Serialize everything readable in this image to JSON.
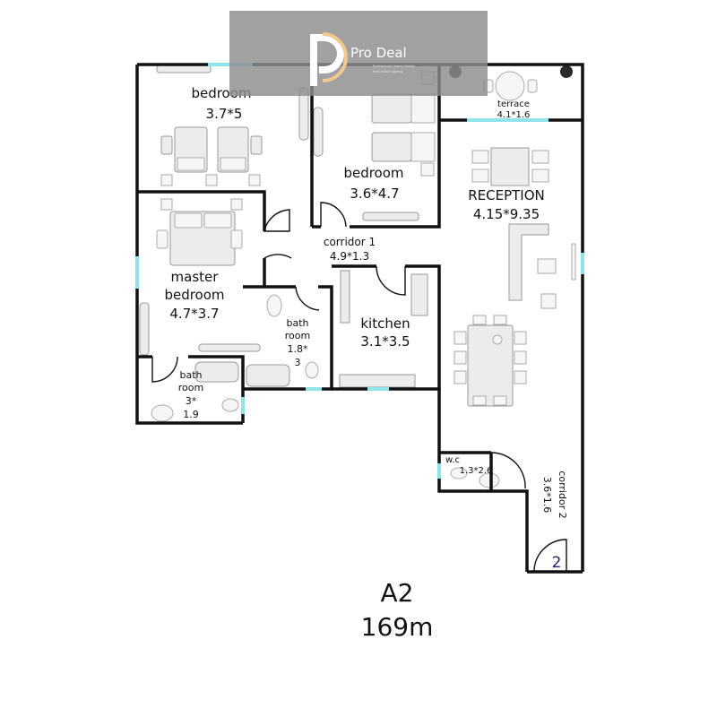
{
  "watermark": {
    "brand": "Pro Deal",
    "tagline_1": "Professional Homes Dealer",
    "tagline_2": "Real Estate Agency"
  },
  "rooms": {
    "bedroom_1": {
      "name": "bedroom",
      "size": "3.7*5"
    },
    "bedroom_2": {
      "name": "bedroom",
      "size": "3.6*4.7"
    },
    "terrace": {
      "name": "terrace",
      "size": "4.1*1.6"
    },
    "reception": {
      "name": "RECEPTION",
      "size": "4.15*9.35"
    },
    "corridor_1": {
      "name": "corridor 1",
      "size": "4.9*1.3"
    },
    "master_bedroom": {
      "name_1": "master",
      "name_2": "bedroom",
      "size": "4.7*3.7"
    },
    "bathroom_1": {
      "name_1": "bath",
      "name_2": "room",
      "size_1": "1.8*",
      "size_2": "3"
    },
    "kitchen": {
      "name": "kitchen",
      "size": "3.1*3.5"
    },
    "bathroom_2": {
      "name_1": "bath",
      "name_2": "room",
      "size_1": "3*",
      "size_2": "1.9"
    },
    "wc": {
      "name": "w.c",
      "size": "1.3*2.6"
    },
    "corridor_2": {
      "name": "corridor 2",
      "size": "3.6*1.6"
    }
  },
  "entrance_marker": "2",
  "unit": {
    "code": "A2",
    "area": "169m"
  },
  "colors": {
    "wall": "#111111",
    "window": "#8fe3ea",
    "watermark_bg": "#8c8c8c",
    "watermark_accent": "#f0c890"
  }
}
